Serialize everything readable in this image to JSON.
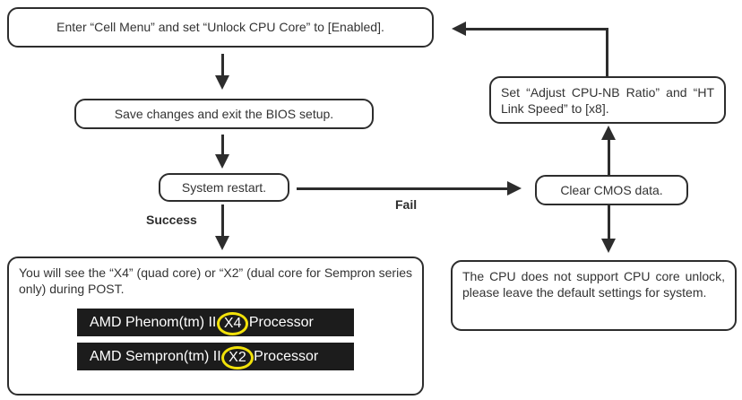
{
  "diagram": {
    "type": "flowchart",
    "colors": {
      "line": "#2d2d2d",
      "text": "#333333",
      "bar_background": "#1c1c1c",
      "bar_text": "#ffffff",
      "highlight_circle": "#f2e20a",
      "background": "#ffffff"
    },
    "nodes": {
      "enter_cell_menu": "Enter “Cell Menu” and set “Unlock CPU Core” to [Enabled].",
      "save_exit": "Save changes and exit the BIOS setup.",
      "system_restart": "System restart.",
      "set_ratio": "Set “Adjust CPU-NB Ratio” and “HT Link Speed” to [x8].",
      "clear_cmos": "Clear CMOS data.",
      "post_message": "You will see the “X4” (quad core) or “X2” (dual core for Sempron series only) during POST.",
      "no_support": "The CPU does not support CPU core unlock, please leave the default settings for system."
    },
    "post_lines": [
      {
        "prefix": "AMD Phenom(tm) II ",
        "circled": "X4",
        "suffix": " Processor"
      },
      {
        "prefix": "AMD Sempron(tm) II ",
        "circled": "X2",
        "suffix": " Processor"
      }
    ],
    "edge_labels": {
      "success": "Success",
      "fail": "Fail"
    }
  }
}
